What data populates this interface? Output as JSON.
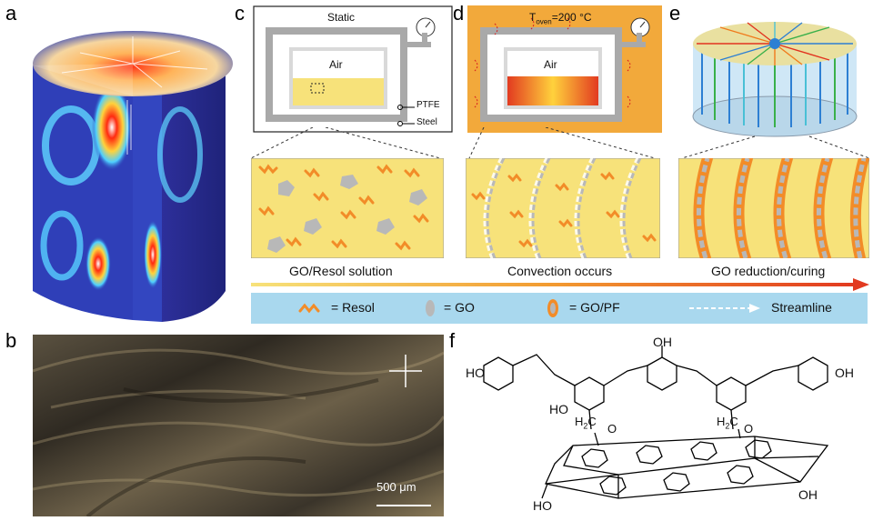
{
  "panel_labels": {
    "a": "a",
    "b": "b",
    "c": "c",
    "d": "d",
    "e": "e",
    "f": "f"
  },
  "panel_c": {
    "title": "Static",
    "chamber_label": "Air",
    "legend_ptfe": "PTFE",
    "legend_steel": "Steel"
  },
  "panel_d": {
    "temp_prefix": "T",
    "temp_sub": "oven",
    "temp_value": "=200 °C",
    "chamber_label": "Air"
  },
  "process": {
    "step1": "GO/Resol solution",
    "step2": "Convection occurs",
    "step3": "GO reduction/curing"
  },
  "legend": {
    "resol": "= Resol",
    "go": "= GO",
    "gopf": "= GO/PF",
    "streamline": "Streamline"
  },
  "panel_b": {
    "scalebar": "500 μm"
  },
  "panel_f": {
    "oh1": "HO",
    "oh2": "OH",
    "oh3": "OH",
    "oh4": "HO",
    "ch2a": "H",
    "ch2a_sub": "2",
    "ch2a_c": "C",
    "ch2b": "H",
    "ch2b_sub": "2",
    "ch2b_c": "C",
    "o1": "O",
    "o2": "O",
    "oh5": "HO",
    "oh6": "OH"
  },
  "colors": {
    "yellow": "#f7e27a",
    "orange": "#f28c28",
    "gray": "#b8b8b8",
    "blue_band": "#a9d8ee",
    "oven": "#f2a93b"
  }
}
